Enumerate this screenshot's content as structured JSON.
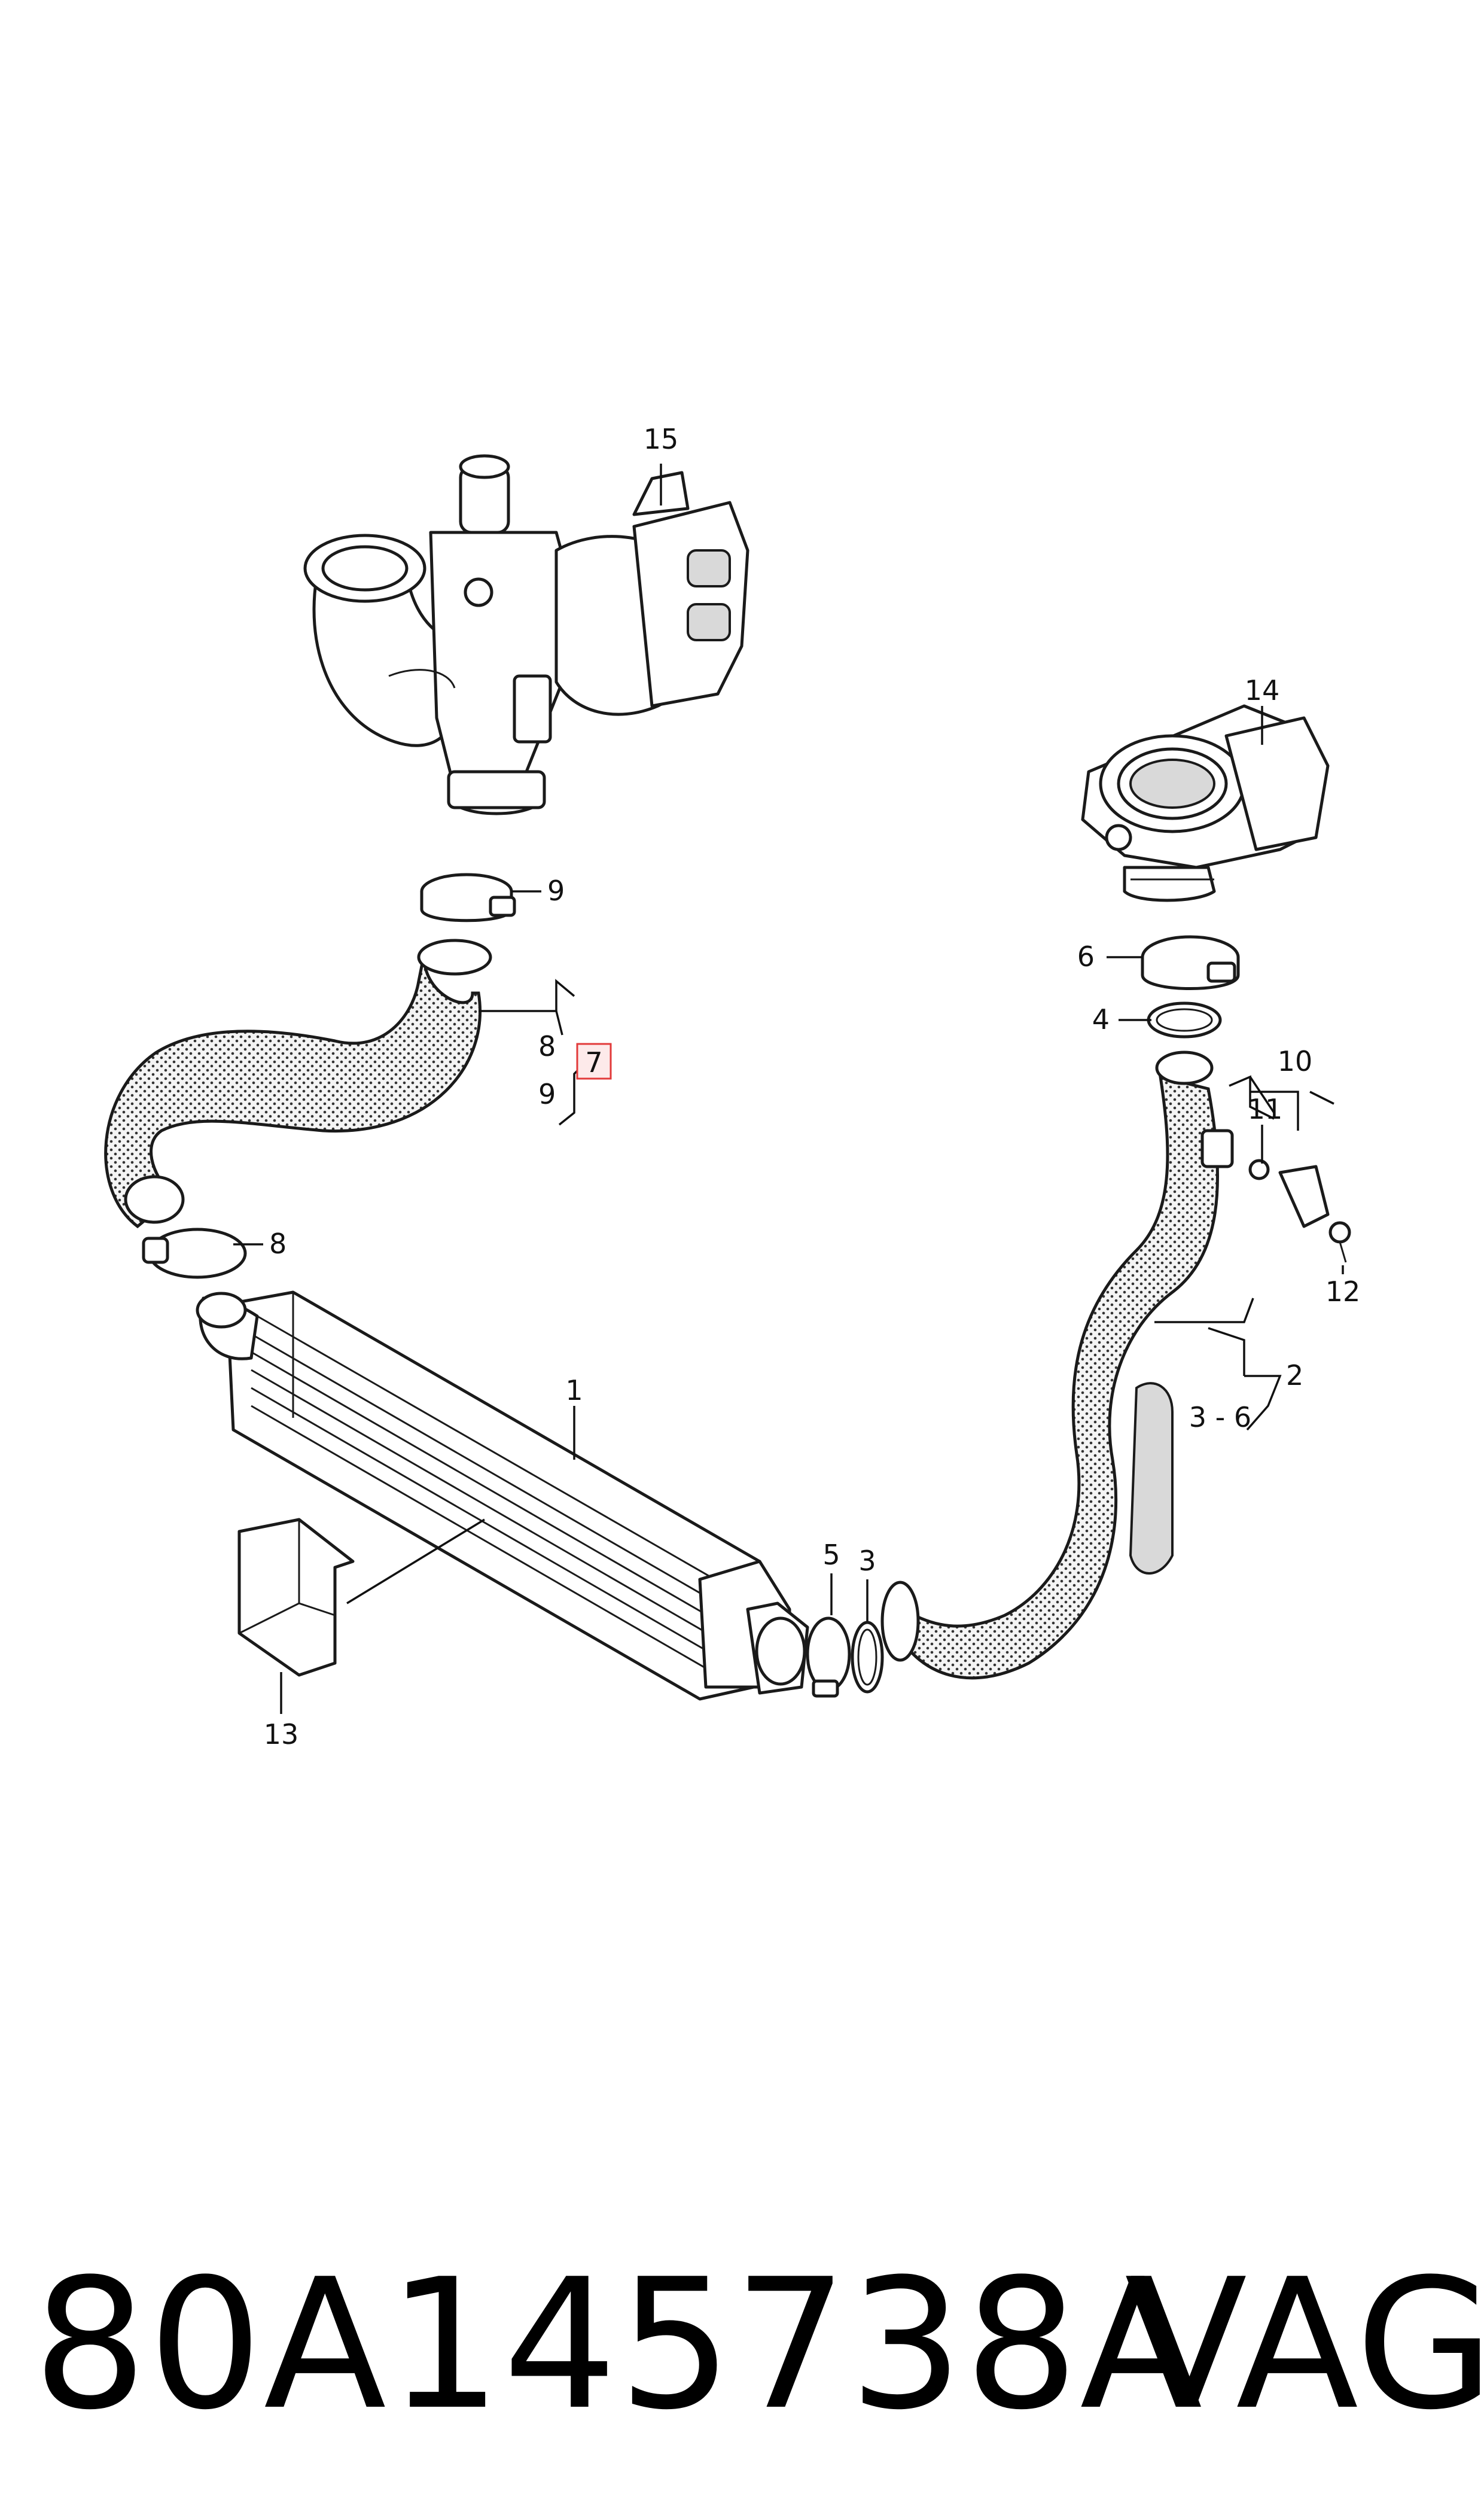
{
  "callouts": {
    "c1": "1",
    "c2": "2",
    "c3": "3",
    "c3_6": "3 - 6",
    "c4": "4",
    "c5": "5",
    "c6": "6",
    "c7": "7",
    "c8_top": "8",
    "c8": "8",
    "c9_top": "9",
    "c9_bottom": "9",
    "c10": "10",
    "c11": "11",
    "c12": "12",
    "c13": "13",
    "c14": "14",
    "c15": "15"
  },
  "highlight": {
    "callout": "7",
    "color": "#e23a3a",
    "fill": "#fdeaea"
  },
  "footer": {
    "part_number": "80A145738A",
    "brand": "VAG"
  }
}
